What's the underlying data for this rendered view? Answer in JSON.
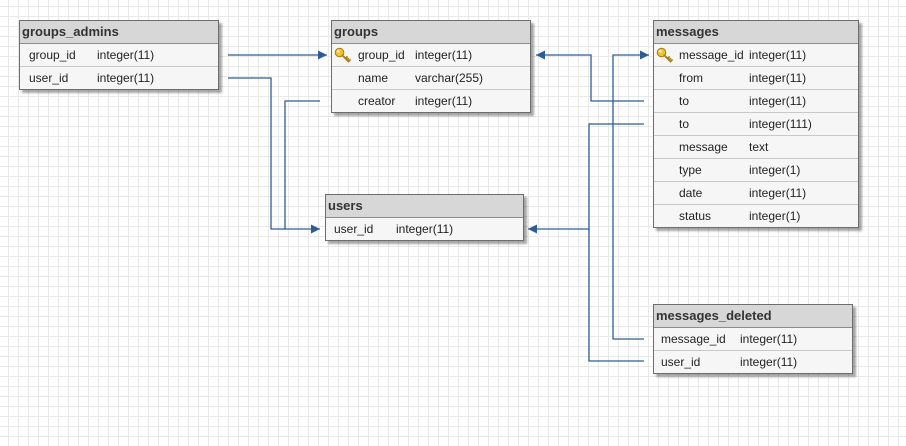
{
  "colors": {
    "connector": "#2e5d95",
    "title_bg": "#d7d7d7",
    "row_bg": "#f6f6f6"
  },
  "tables": {
    "groups_admins": {
      "title": "groups_admins",
      "rows": [
        {
          "name": "group_id",
          "type": "integer(11)",
          "pk": false
        },
        {
          "name": "user_id",
          "type": "integer(11)",
          "pk": false
        }
      ]
    },
    "groups": {
      "title": "groups",
      "rows": [
        {
          "name": "group_id",
          "type": "integer(11)",
          "pk": true,
          "icon": "key-icon"
        },
        {
          "name": "name",
          "type": "varchar(255)",
          "pk": false
        },
        {
          "name": "creator",
          "type": "integer(11)",
          "pk": false
        }
      ]
    },
    "messages": {
      "title": "messages",
      "rows": [
        {
          "name": "message_id",
          "type": "integer(11)",
          "pk": true,
          "icon": "key-icon"
        },
        {
          "name": "from",
          "type": "integer(11)",
          "pk": false
        },
        {
          "name": "to",
          "type": "integer(11)",
          "pk": false
        },
        {
          "name": "to",
          "type": "integer(111)",
          "pk": false
        },
        {
          "name": "message",
          "type": "text",
          "pk": false
        },
        {
          "name": "type",
          "type": "integer(1)",
          "pk": false
        },
        {
          "name": "date",
          "type": "integer(11)",
          "pk": false
        },
        {
          "name": "status",
          "type": "integer(1)",
          "pk": false
        }
      ]
    },
    "users": {
      "title": "users",
      "rows": [
        {
          "name": "user_id",
          "type": "integer(11)",
          "pk": false
        }
      ]
    },
    "messages_deleted": {
      "title": "messages_deleted",
      "rows": [
        {
          "name": "message_id",
          "type": "integer(11)",
          "pk": false
        },
        {
          "name": "user_id",
          "type": "integer(11)",
          "pk": false
        }
      ]
    }
  }
}
